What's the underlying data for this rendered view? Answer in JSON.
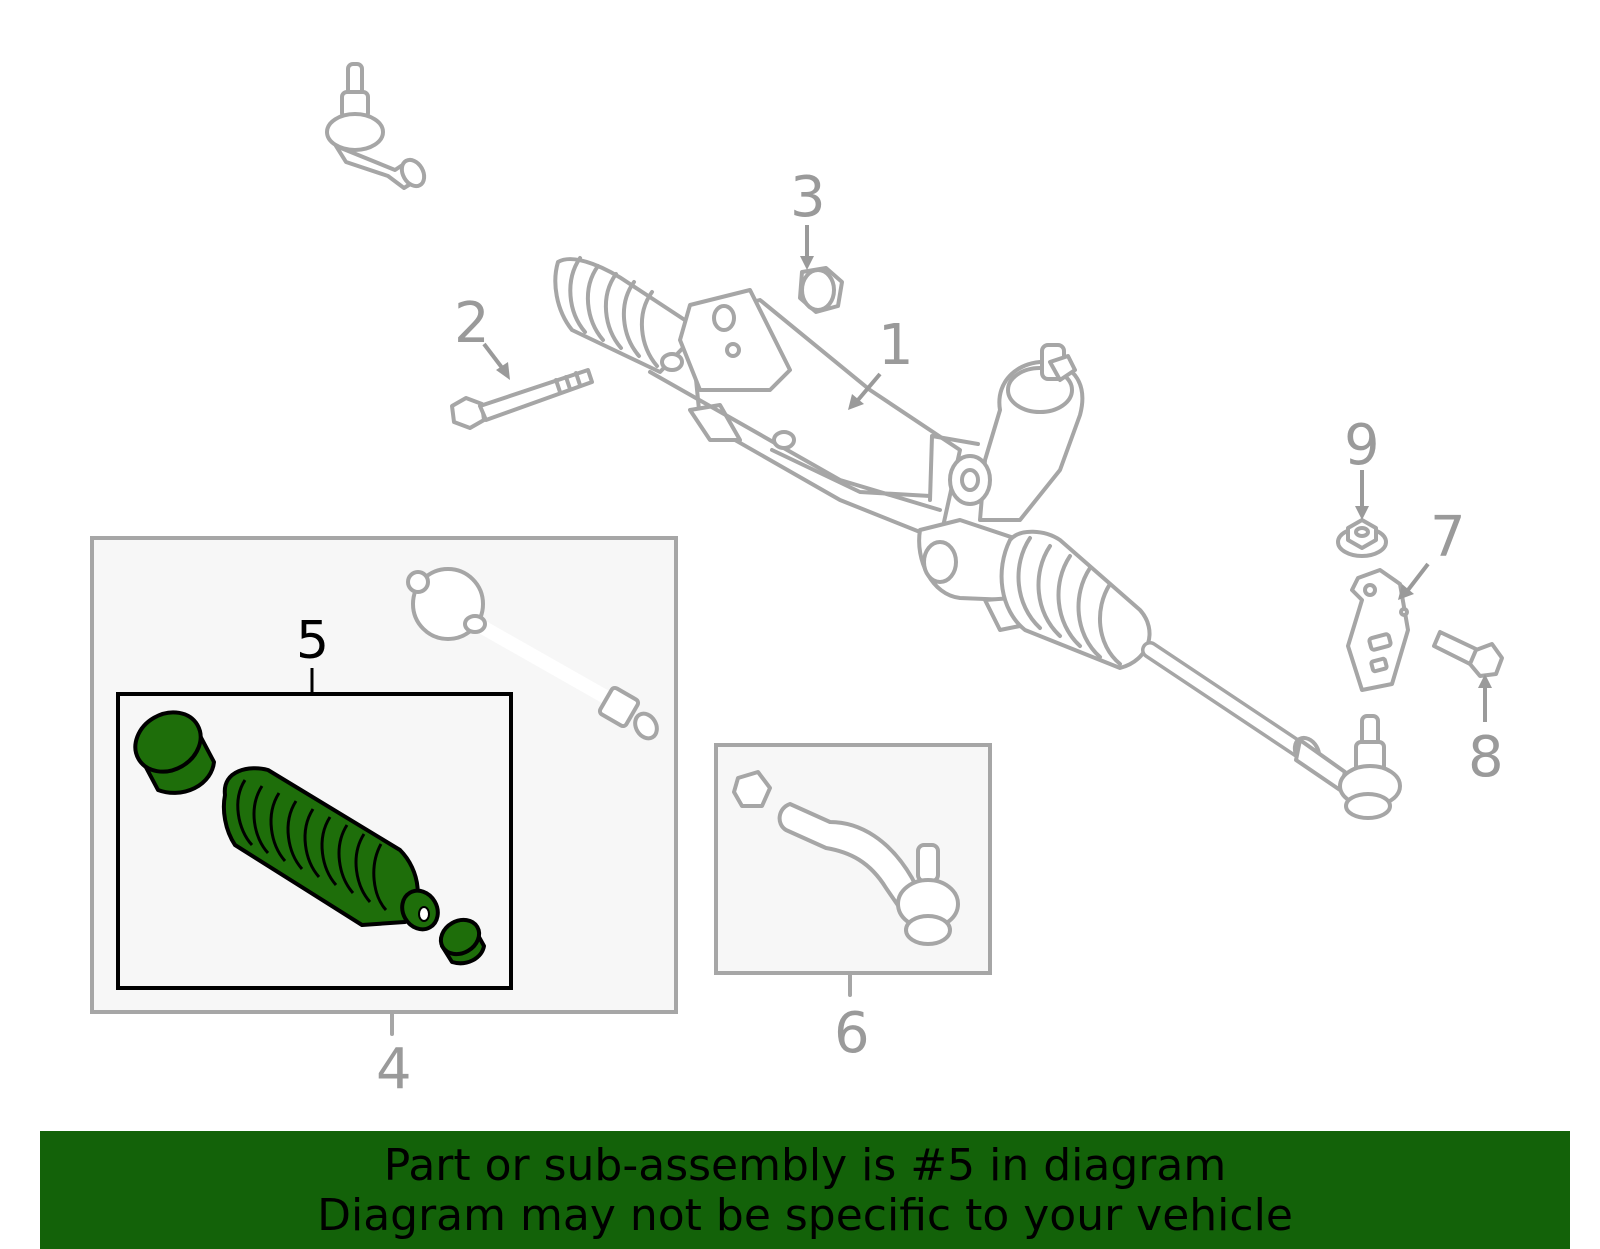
{
  "callouts": {
    "c1": "1",
    "c2": "2",
    "c3": "3",
    "c4": "4",
    "c5": "5",
    "c6": "6",
    "c7": "7",
    "c8": "8",
    "c9": "9"
  },
  "highlighted_part": "5",
  "colors": {
    "highlight_fill": "#1e6e0a",
    "part_stroke": "#a6a6a6",
    "banner_background": "#136209"
  },
  "banner": {
    "line1": "Part or sub-assembly is #5 in diagram",
    "line2": "Diagram may not be specific to your vehicle"
  }
}
